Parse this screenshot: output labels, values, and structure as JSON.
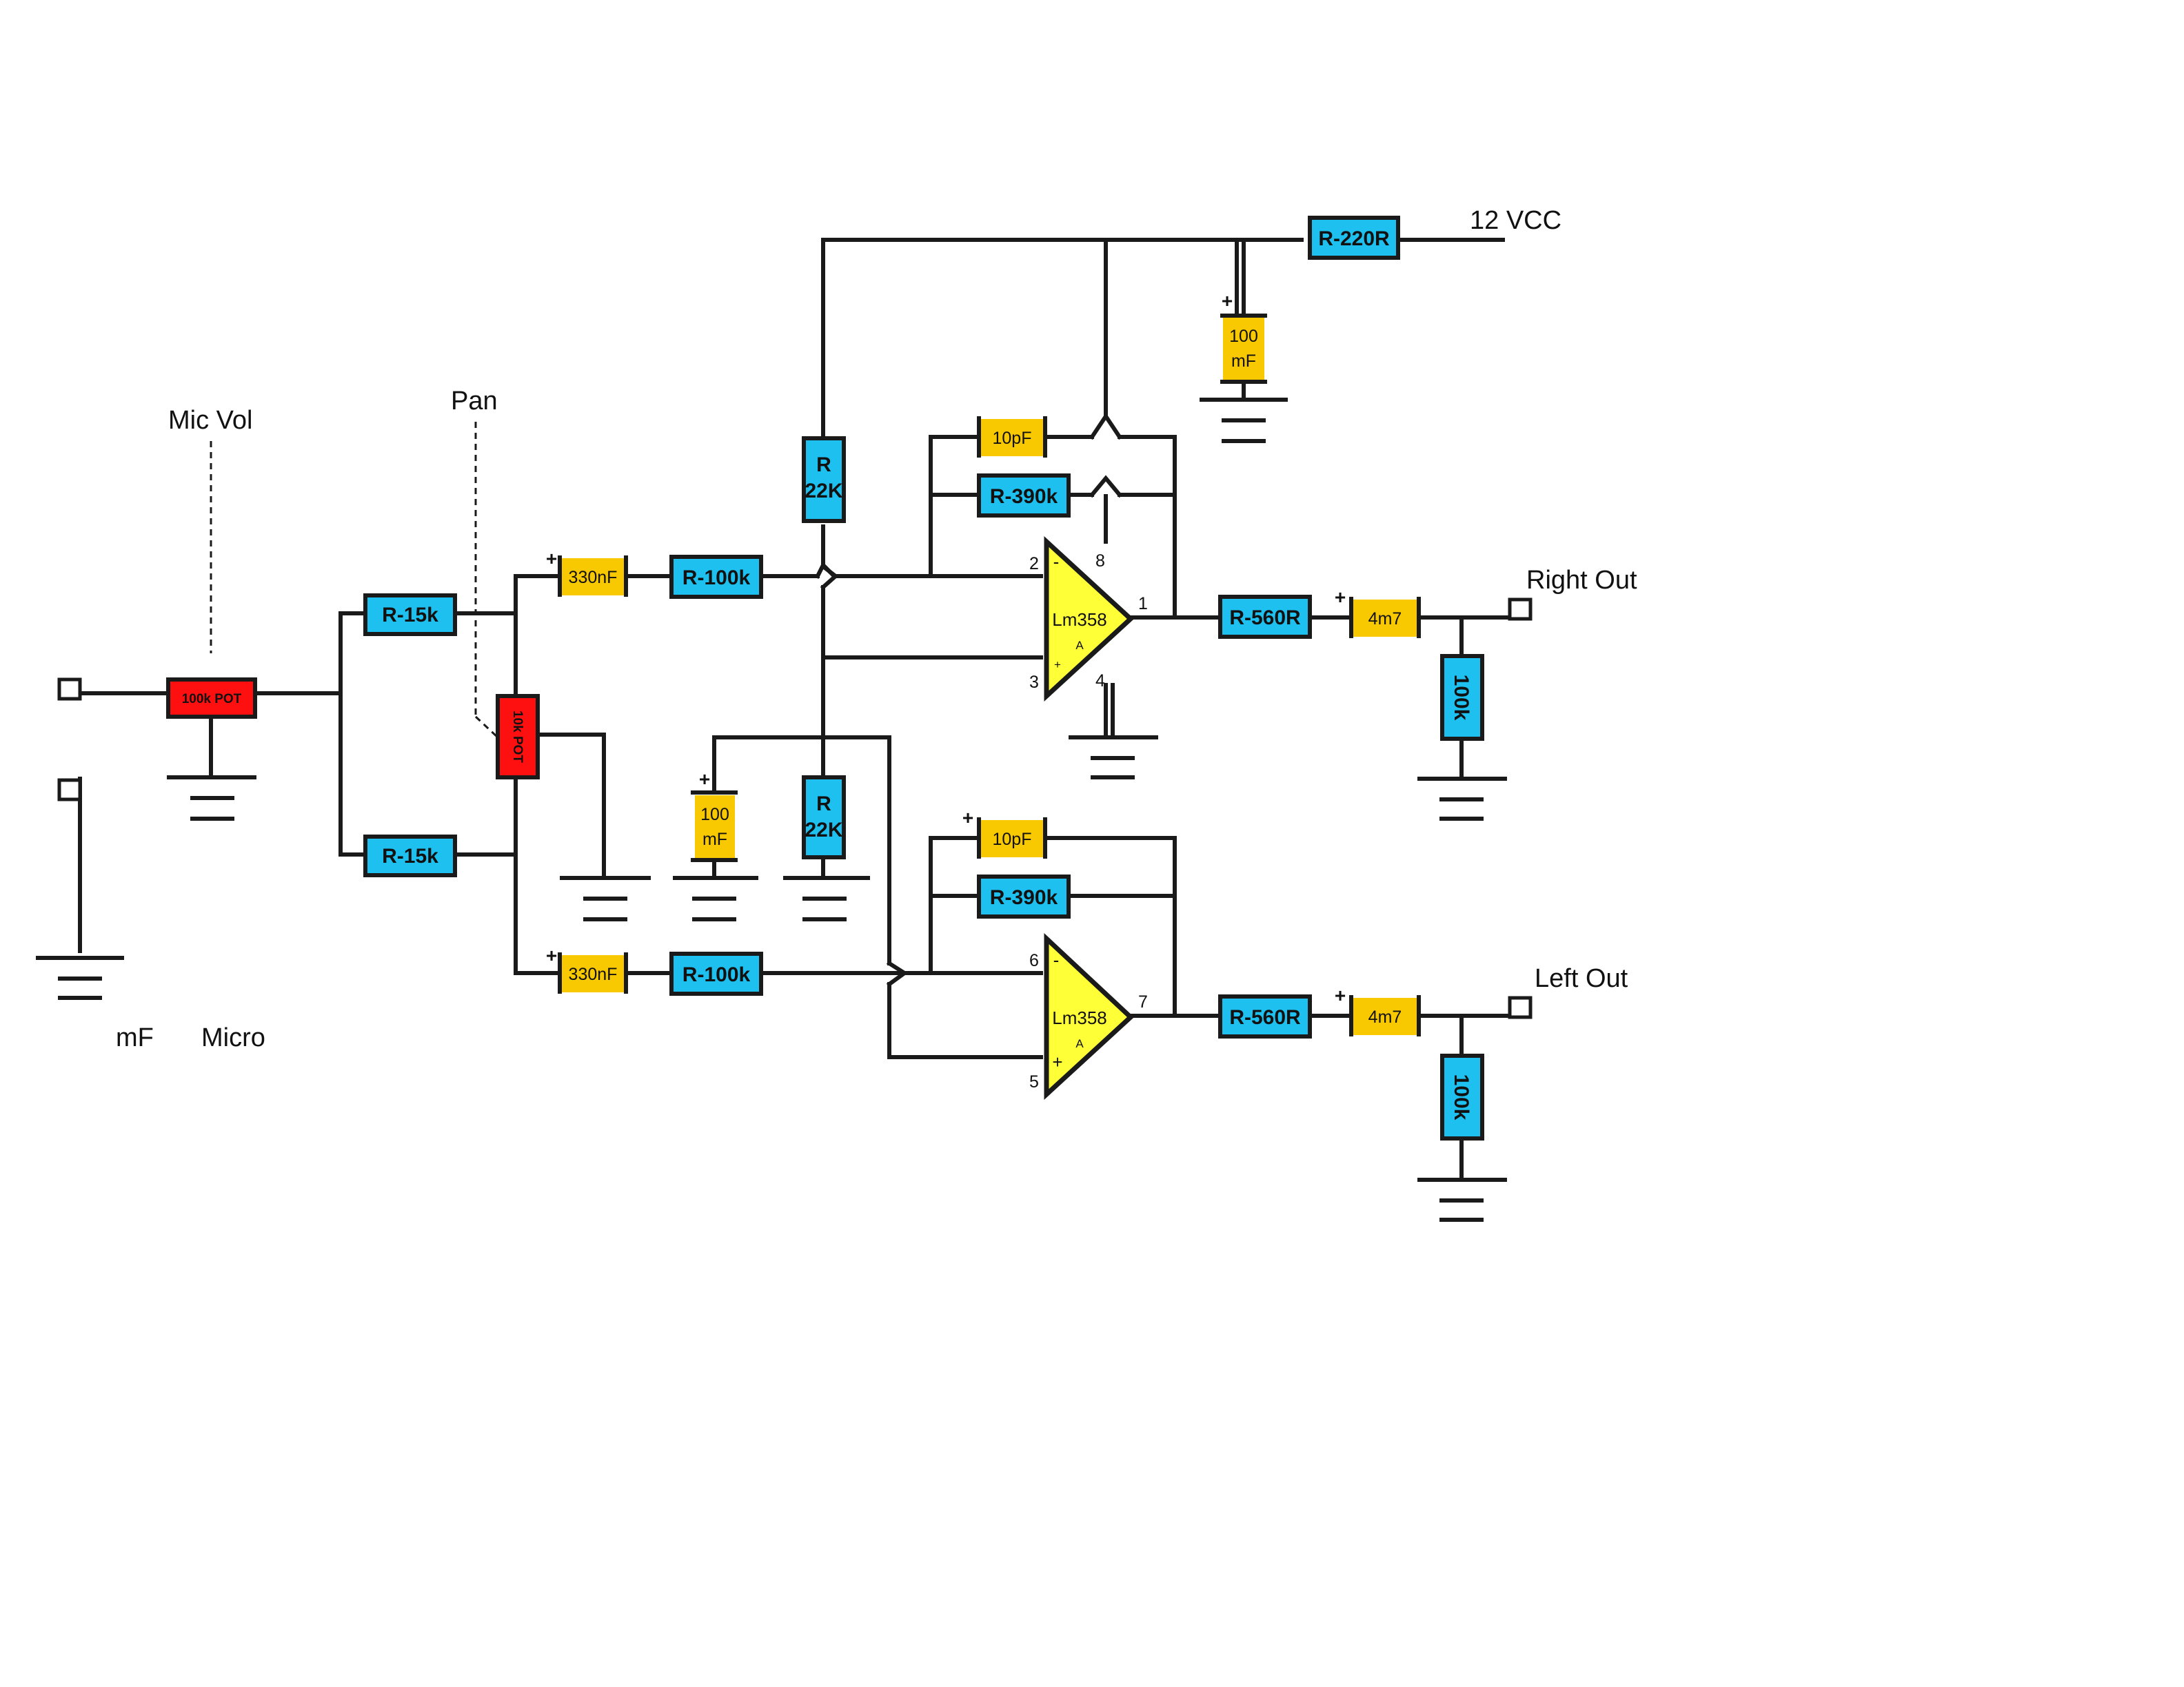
{
  "labels": {
    "vcc": "12 VCC",
    "mic_vol": "Mic Vol",
    "pan": "Pan",
    "right_out": "Right Out",
    "left_out": "Left Out",
    "mf": "mF",
    "micro": "Micro",
    "plus": "+"
  },
  "resistors": {
    "r220": "R-220R",
    "r15k_top": "R-15k",
    "r15k_bot": "R-15k",
    "r100k_top": "R-100k",
    "r100k_bot": "R-100k",
    "r390k_top": "R-390k",
    "r390k_bot": "R-390k",
    "r560_top": "R-560R",
    "r560_bot": "R-560R",
    "r22k_top": [
      "R",
      "22K"
    ],
    "r22k_bot": [
      "R",
      "22K"
    ],
    "r100k_out_top": "100k",
    "r100k_out_bot": "100k"
  },
  "capacitors": {
    "c100mf_vcc": [
      "100",
      "mF"
    ],
    "c100mf_mid": [
      "100",
      "mF"
    ],
    "c330nf_top": "330nF",
    "c330nf_bot": "330nF",
    "c10pf_top": "10pF",
    "c10pf_bot": "10pF",
    "c4m7_top": "4m7",
    "c4m7_bot": "4m7"
  },
  "pots": {
    "mic_pot": "100k POT",
    "pan_pot": "10k POT"
  },
  "opamps": {
    "top": {
      "name": "Lm358",
      "section": "A",
      "pin_minus": "2",
      "pin_plus": "3",
      "pin_out": "1",
      "pin_vcc": "8",
      "pin_gnd": "4",
      "sign_minus": "-",
      "sign_plus": "+"
    },
    "bottom": {
      "name": "Lm358",
      "section": "A",
      "pin_minus": "6",
      "pin_plus": "5",
      "pin_out": "7",
      "sign_minus": "-",
      "sign_plus": "+"
    }
  },
  "colors": {
    "resistor": "#1ec0f0",
    "capacitor": "#f8c800",
    "potentiometer": "#ff1010",
    "opamp": "#ffff38",
    "wire": "#1a1a1a"
  }
}
